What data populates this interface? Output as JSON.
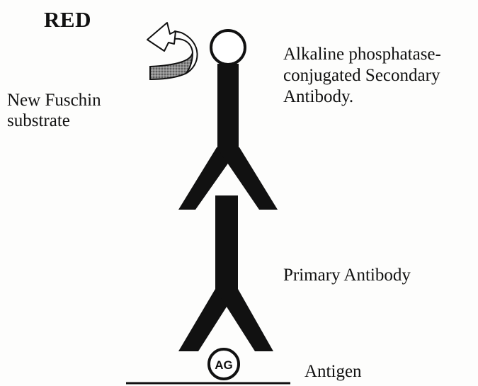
{
  "title": "RED",
  "labels": {
    "substrate": "New Fuschin\nsubstrate",
    "secondary_antibody": "Alkaline phosphatase-\nconjugated Secondary\nAntibody.",
    "primary_antibody": "Primary Antibody",
    "antigen": "Antigen",
    "antigen_symbol": "AG"
  },
  "colors": {
    "ink": "#111111",
    "background": "#fdfdfc"
  }
}
